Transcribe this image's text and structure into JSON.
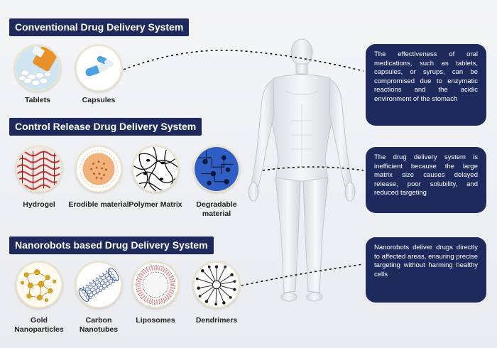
{
  "sections": {
    "conventional": {
      "title": "Conventional Drug Delivery System",
      "items": [
        {
          "label": "Tablets"
        },
        {
          "label": "Capsules"
        }
      ],
      "info": "The effectiveness of oral medications, such as tablets, capsules, or syrups, can be compromised due to enzymatic reactions and the acidic environment of the stomach"
    },
    "control_release": {
      "title": "Control Release Drug Delivery System",
      "items": [
        {
          "label": "Hydrogel"
        },
        {
          "label": "Erodible material"
        },
        {
          "label": "Polymer Matrix"
        },
        {
          "label": "Degradable material"
        }
      ],
      "info": "The drug delivery system is inefficient because the large matrix size causes delayed release, poor solubility, and reduced targeting"
    },
    "nanorobots": {
      "title": "Nanorobots based Drug Delivery System",
      "items": [
        {
          "label": "Gold Nanoparticles"
        },
        {
          "label": "Carbon Nanotubes"
        },
        {
          "label": "Liposomes"
        },
        {
          "label": "Dendrimers"
        }
      ],
      "info": "Nanorobots deliver drugs directly to affected areas, ensuring precise targeting without harming healthy cells"
    }
  },
  "colors": {
    "navy": "#1f2a5c",
    "hydrogel_red": "#c23a34",
    "erodible_orange": "#f0b27a",
    "degradable_blue": "#2f5fc4",
    "gold": "#d9a520",
    "nanotube_blue": "#2d4f9e",
    "liposome_pink": "#e8a0a8"
  }
}
